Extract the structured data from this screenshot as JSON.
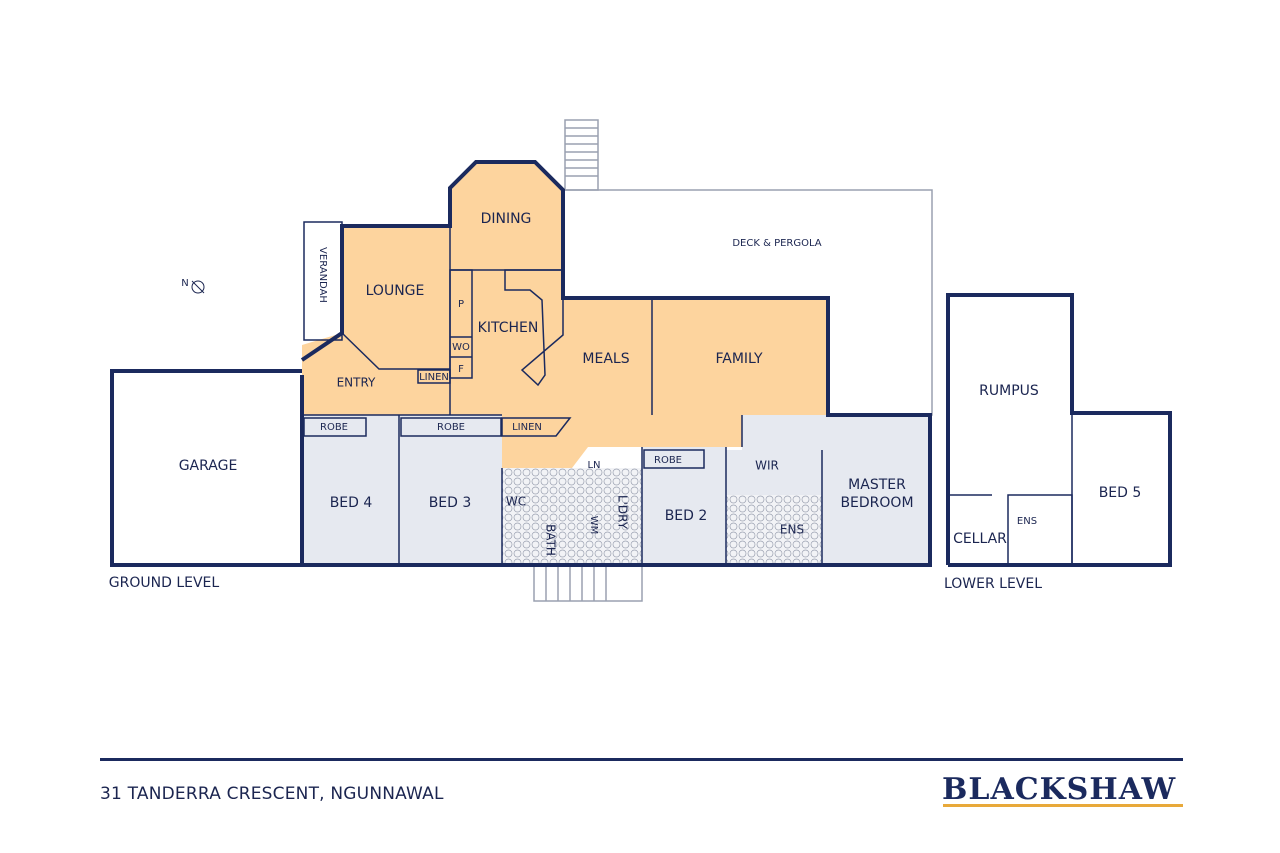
{
  "colors": {
    "wall": "#1b2a5e",
    "living": "#fdd49e",
    "bedroom": "#e6e9f0",
    "accent": "#e8a93a"
  },
  "rooms": {
    "garage": "GARAGE",
    "verandah": "VERANDAH",
    "lounge": "LOUNGE",
    "entry": "ENTRY",
    "dining": "DINING",
    "kitchen": "KITCHEN",
    "meals": "MEALS",
    "family": "FAMILY",
    "deck": "DECK & PERGOLA",
    "bed4": "BED 4",
    "bed3": "BED 3",
    "bed2": "BED 2",
    "master": "MASTER",
    "master2": "BEDROOM",
    "wir": "WIR",
    "ens": "ENS",
    "wc": "WC",
    "bath": "BATH",
    "laundry": "L'DRY",
    "ln": "LN",
    "wm": "WM",
    "robe1": "ROBE",
    "robe2": "ROBE",
    "robe3": "ROBE",
    "linen1": "LINEN",
    "linen2": "LINEN",
    "p": "P",
    "wo": "WO",
    "f": "F",
    "rumpus": "RUMPUS",
    "cellar": "CELLAR",
    "ens_lower": "ENS",
    "bed5": "BED 5"
  },
  "levels": {
    "ground": "GROUND LEVEL",
    "lower": "LOWER LEVEL"
  },
  "north": "N",
  "address": "31 TANDERRA CRESCENT, NGUNNAWAL",
  "brand": "BLACKSHAW"
}
